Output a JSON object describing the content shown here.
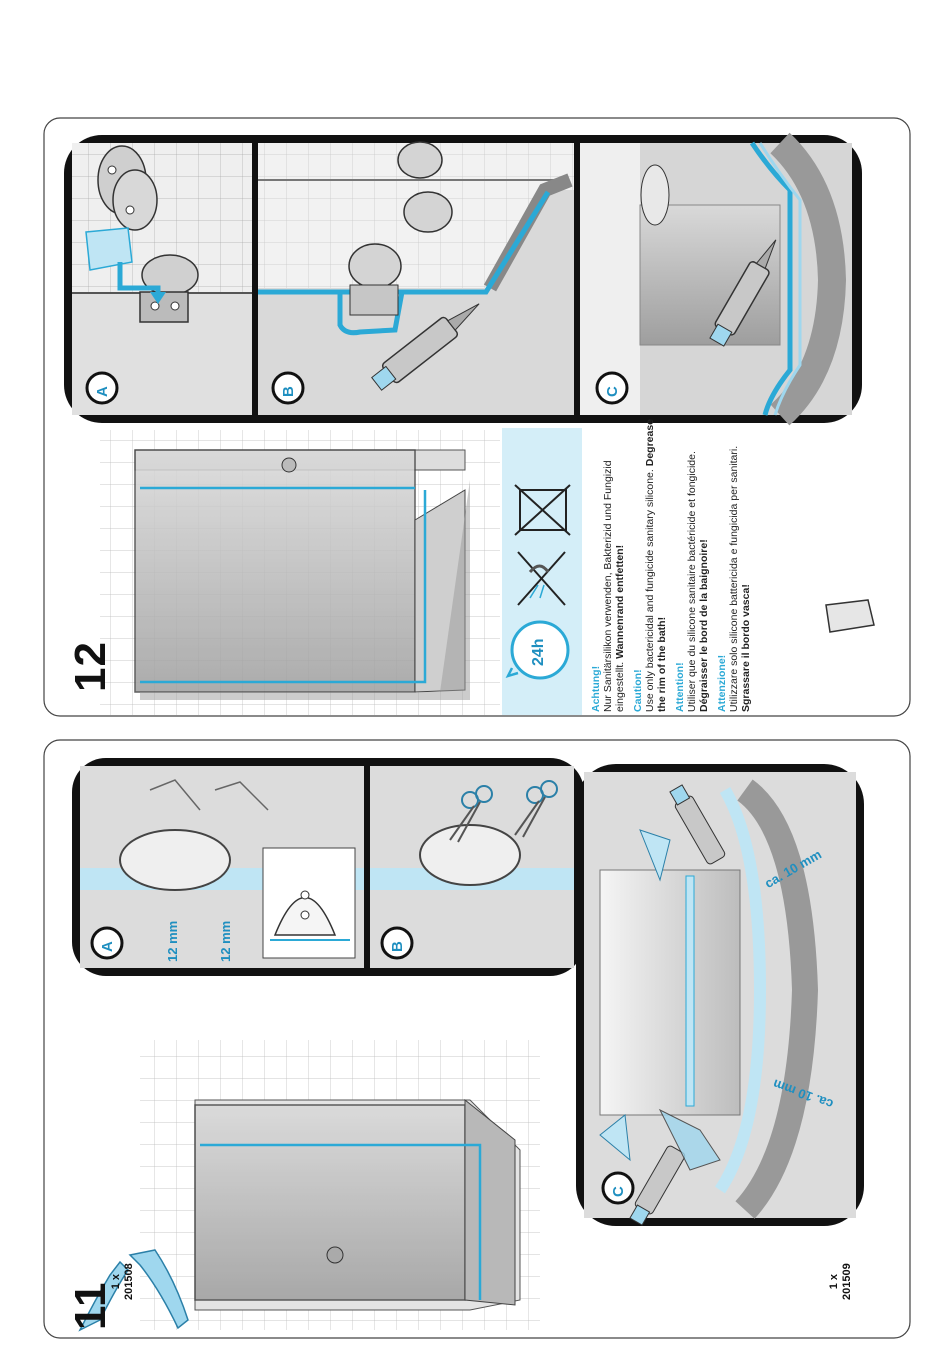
{
  "steps": [
    {
      "number": "11",
      "panels": [
        "A",
        "B",
        "C"
      ],
      "measurements": [
        "12 mm",
        "12 mm",
        "ca. 10 mm",
        "ca. 10 mm"
      ],
      "parts": [
        {
          "qty": "1 x",
          "code": "201508"
        },
        {
          "qty": "1 x",
          "code": "201509"
        }
      ]
    },
    {
      "number": "12",
      "panels": [
        "A",
        "B",
        "C"
      ],
      "cure_time": "24h",
      "warnings": [
        {
          "heading": "Achtung!",
          "text": "Nur Sanitärsilikon verwenden, Bakterizid und Fungizid eingestellt.",
          "emphasis": "Wannenrand entfetten!"
        },
        {
          "heading": "Caution!",
          "text": "Use only bactericidal and fungicide sanitary silicone.",
          "emphasis": "Degrease the rim of the bath!"
        },
        {
          "heading": "Attention!",
          "text": "Utiliser que du silicone sanitaire bactéricide et fongicide.",
          "emphasis": "Dégraisser le bord de la baignoire!"
        },
        {
          "heading": "Attenzione!",
          "text": "Utilizzare solo silicone battericida e fungicida per sanitari.",
          "emphasis": "Sgrassare il bordo vasca!"
        }
      ]
    }
  ],
  "colors": {
    "accent": "#2ba9d6",
    "accent_light": "#d4eef8",
    "frame": "#111111",
    "panel_bg": "#ececec"
  }
}
